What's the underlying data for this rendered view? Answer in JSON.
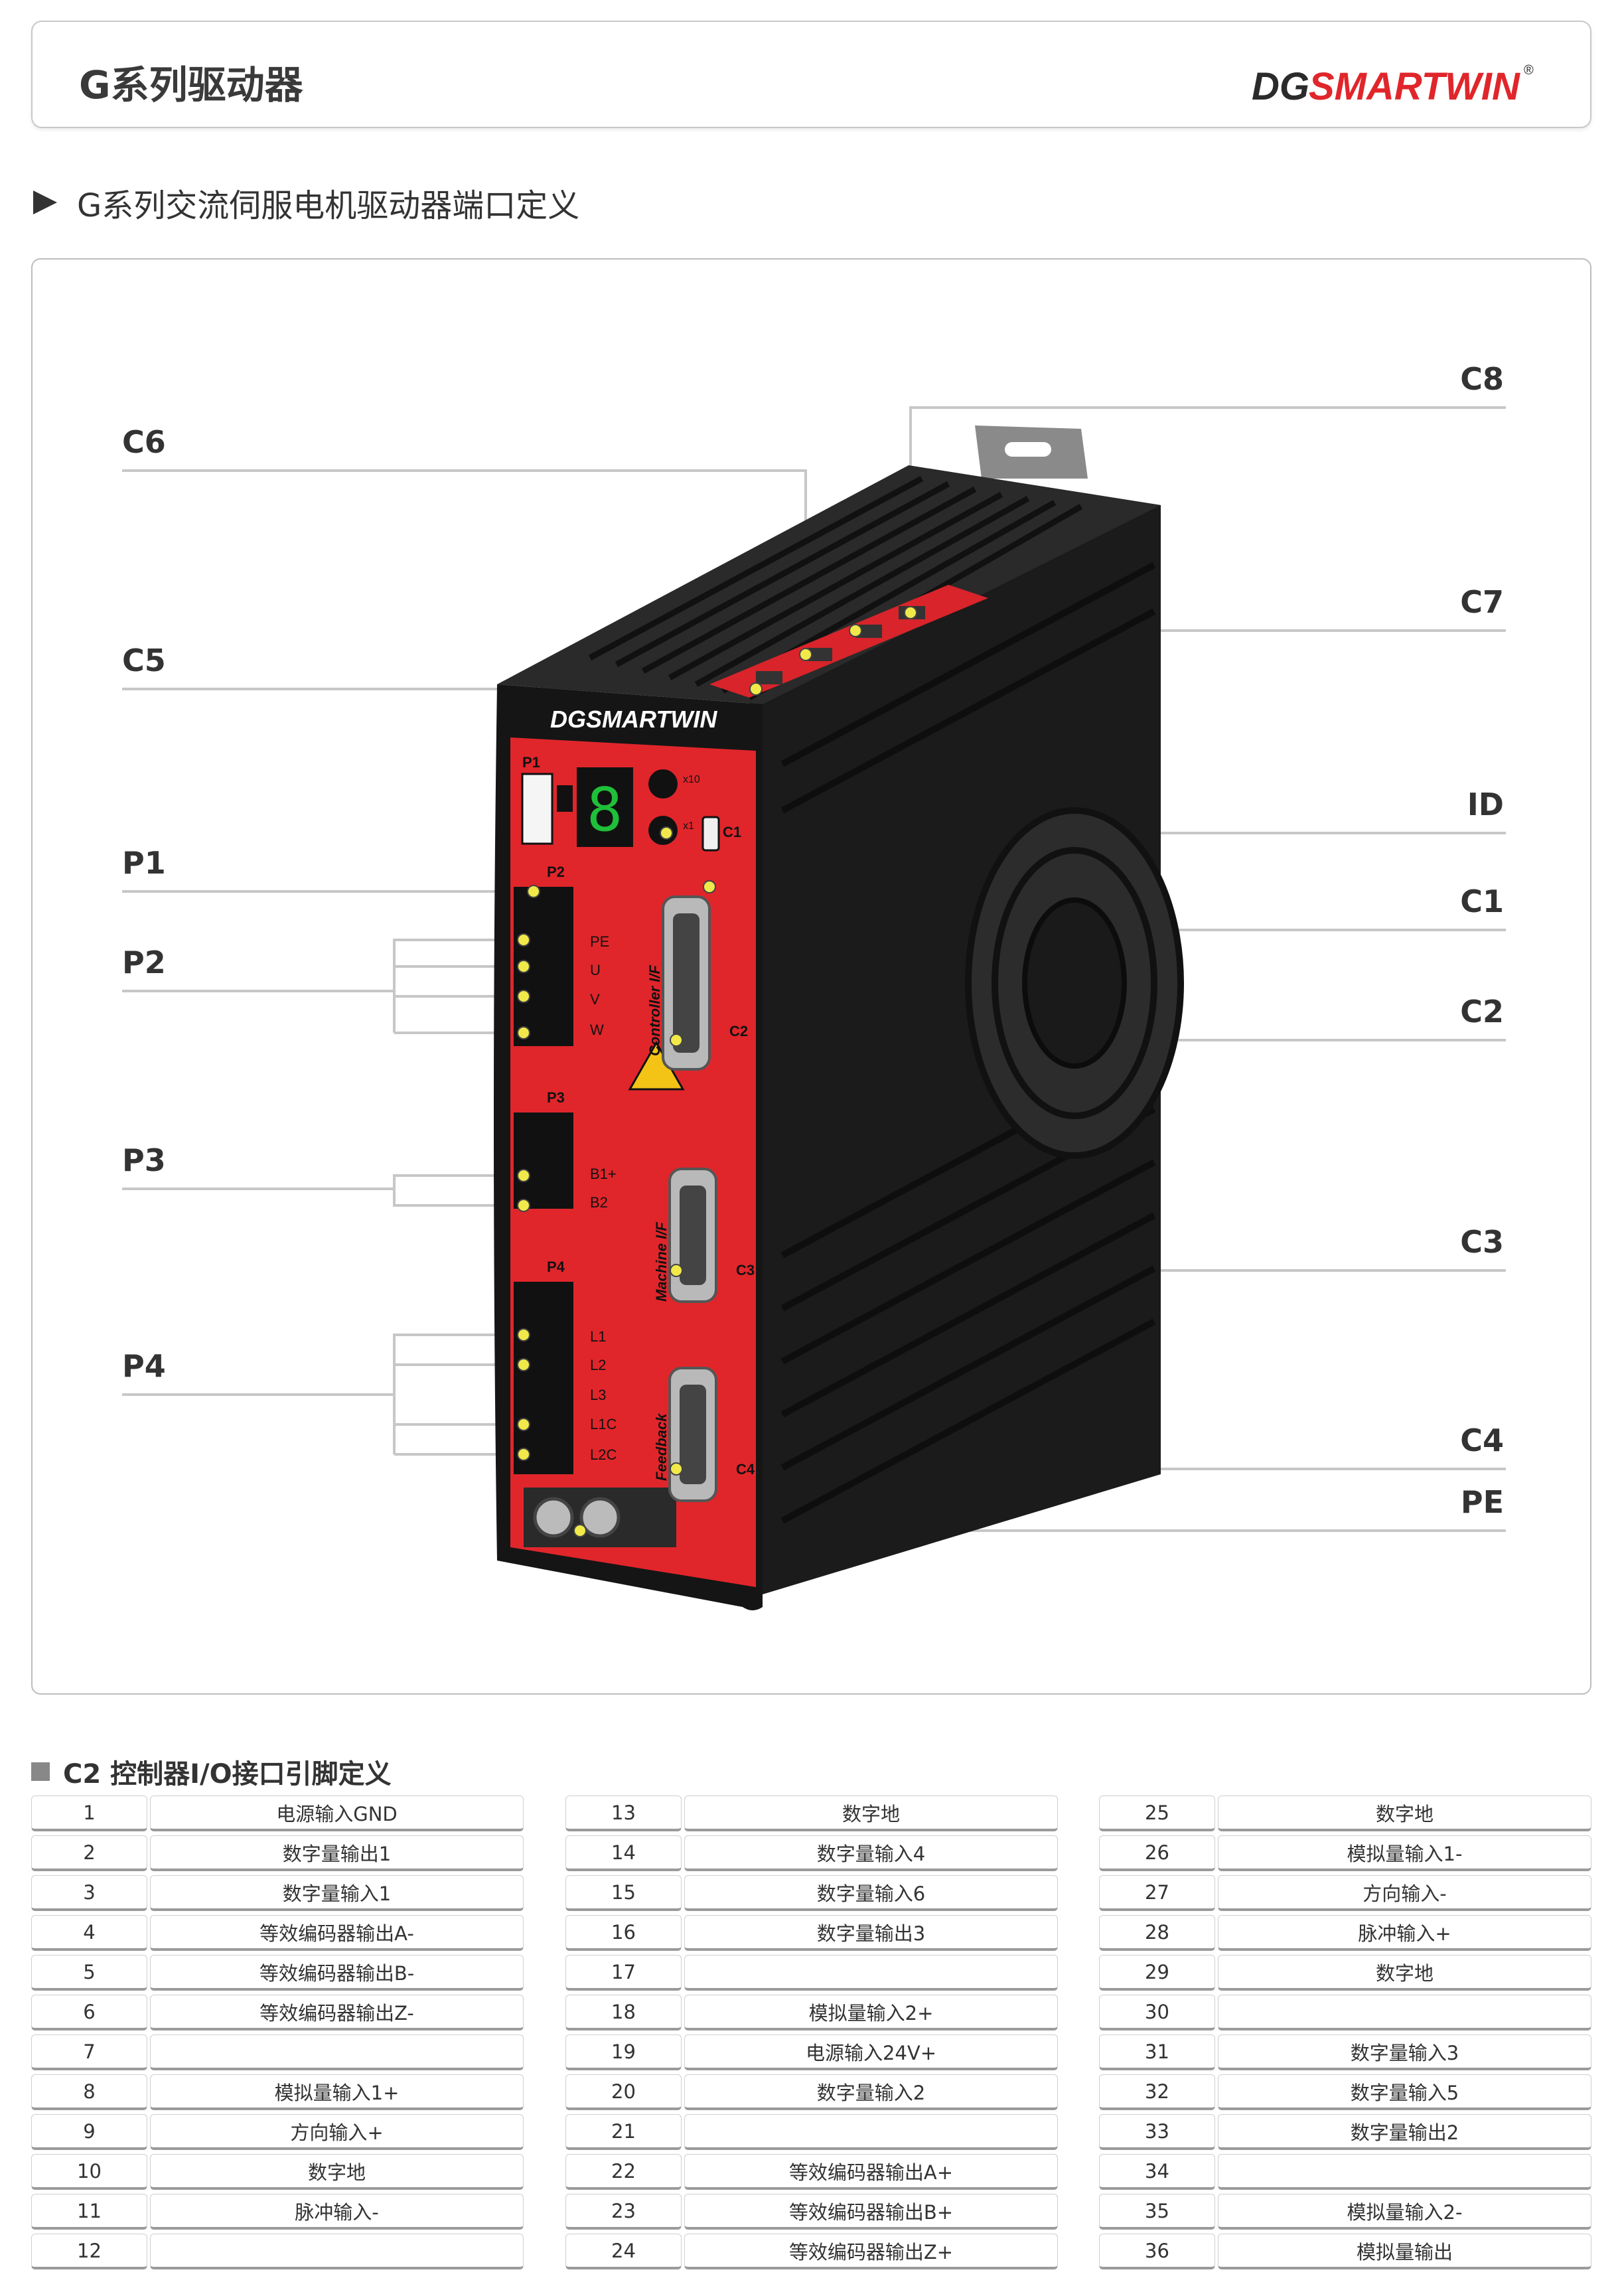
{
  "header": {
    "title": "G系列驱动器",
    "brand_prefix": "DG",
    "brand_name": "SMARTWIN",
    "brand_mark": "®"
  },
  "section": {
    "title": "G系列交流伺服电机驱动器端口定义"
  },
  "diagram": {
    "left_labels": [
      "C6",
      "C5",
      "P1",
      "P2",
      "P3",
      "P4"
    ],
    "right_labels": [
      "C8",
      "C7",
      "ID",
      "C1",
      "C2",
      "C3",
      "C4",
      "PE"
    ],
    "device_brand": "DGSMARTWIN",
    "device_texts": {
      "p1": "P1",
      "p2": "P2",
      "p3": "P3",
      "p4": "P4",
      "p2_pins": [
        "PE",
        "U",
        "V",
        "W"
      ],
      "p3_pins": [
        "B1+",
        "B2"
      ],
      "p4_pins": [
        "L1",
        "L2",
        "L3",
        "L1C",
        "L2C"
      ],
      "controller_if": "Controller I/F",
      "machine_if": "Machine I/F",
      "feedback": "Feedback",
      "c1": "C1",
      "c2": "C2",
      "c3": "C3",
      "c4": "C4",
      "x10": "x10",
      "x1": "x1"
    },
    "colors": {
      "body": "#1c1c1c",
      "front": "#e0262b",
      "line": "#c7c7c7"
    }
  },
  "table": {
    "title": "C2 控制器I/O接口引脚定义",
    "columns": [
      [
        {
          "pin": "1",
          "def": "电源输入GND"
        },
        {
          "pin": "2",
          "def": "数字量输出1"
        },
        {
          "pin": "3",
          "def": "数字量输入1"
        },
        {
          "pin": "4",
          "def": "等效编码器输出A-"
        },
        {
          "pin": "5",
          "def": "等效编码器输出B-"
        },
        {
          "pin": "6",
          "def": "等效编码器输出Z-"
        },
        {
          "pin": "7",
          "def": ""
        },
        {
          "pin": "8",
          "def": "模拟量输入1+"
        },
        {
          "pin": "9",
          "def": "方向输入+"
        },
        {
          "pin": "10",
          "def": "数字地"
        },
        {
          "pin": "11",
          "def": "脉冲输入-"
        },
        {
          "pin": "12",
          "def": ""
        }
      ],
      [
        {
          "pin": "13",
          "def": "数字地"
        },
        {
          "pin": "14",
          "def": "数字量输入4"
        },
        {
          "pin": "15",
          "def": "数字量输入6"
        },
        {
          "pin": "16",
          "def": "数字量输出3"
        },
        {
          "pin": "17",
          "def": ""
        },
        {
          "pin": "18",
          "def": "模拟量输入2+"
        },
        {
          "pin": "19",
          "def": "电源输入24V+"
        },
        {
          "pin": "20",
          "def": "数字量输入2"
        },
        {
          "pin": "21",
          "def": ""
        },
        {
          "pin": "22",
          "def": "等效编码器输出A+"
        },
        {
          "pin": "23",
          "def": "等效编码器输出B+"
        },
        {
          "pin": "24",
          "def": "等效编码器输出Z+"
        }
      ],
      [
        {
          "pin": "25",
          "def": "数字地"
        },
        {
          "pin": "26",
          "def": "模拟量输入1-"
        },
        {
          "pin": "27",
          "def": "方向输入-"
        },
        {
          "pin": "28",
          "def": "脉冲输入+"
        },
        {
          "pin": "29",
          "def": "数字地"
        },
        {
          "pin": "30",
          "def": ""
        },
        {
          "pin": "31",
          "def": "数字量输入3"
        },
        {
          "pin": "32",
          "def": "数字量输入5"
        },
        {
          "pin": "33",
          "def": "数字量输出2"
        },
        {
          "pin": "34",
          "def": ""
        },
        {
          "pin": "35",
          "def": "模拟量输入2-"
        },
        {
          "pin": "36",
          "def": "模拟量输出"
        }
      ]
    ]
  }
}
